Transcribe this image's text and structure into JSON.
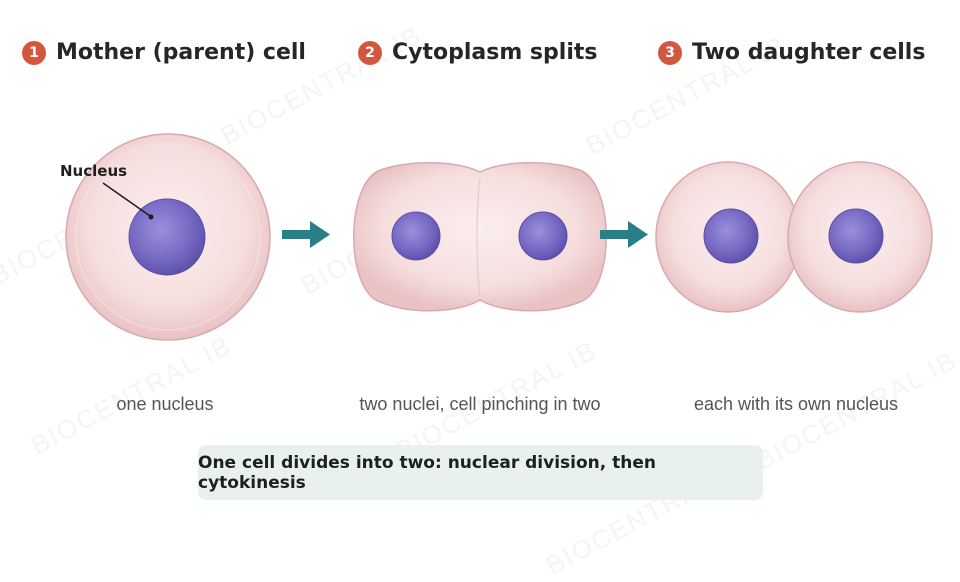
{
  "steps": [
    {
      "number": "1",
      "title": "Mother (parent) cell",
      "caption": "one nucleus"
    },
    {
      "number": "2",
      "title": "Cytoplasm splits",
      "caption": "two nuclei, cell pinching in two"
    },
    {
      "number": "3",
      "title": "Two daughter cells",
      "caption": "each with its own nucleus"
    }
  ],
  "labels": {
    "nucleus": "Nucleus"
  },
  "summary": "One cell divides into two: nuclear division, then cytokinesis",
  "watermark": "BIOCENTRAL IB",
  "colors": {
    "badge": "#d3573f",
    "arrow": "#2a7f86",
    "cell": "#f6dcdc",
    "nucleus": "#7a6fc6",
    "summary_bg": "#e8f0f0"
  }
}
